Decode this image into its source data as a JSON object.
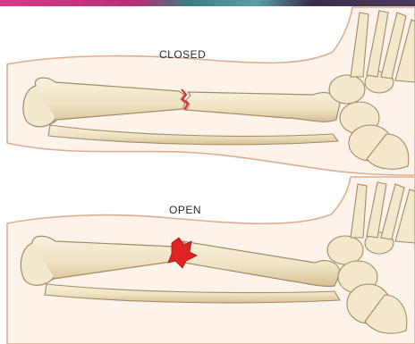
{
  "labels": {
    "closed": "CLOSED",
    "open": "OPEN"
  },
  "colors": {
    "background": "#ffffff",
    "skin_outline": "#d9a98a",
    "skin_fill": "#fdf3ea",
    "bone_fill": "#f1e6c9",
    "bone_outline": "#a58a62",
    "bone_shade": "#d8c59d",
    "fracture_red": "#e02424",
    "top_banner_left": "#c8327a",
    "top_banner_mid": "#4a8f95",
    "top_banner_right": "#3a2c4a"
  },
  "icons": [
    "closed-fracture-illustration",
    "open-fracture-illustration"
  ]
}
